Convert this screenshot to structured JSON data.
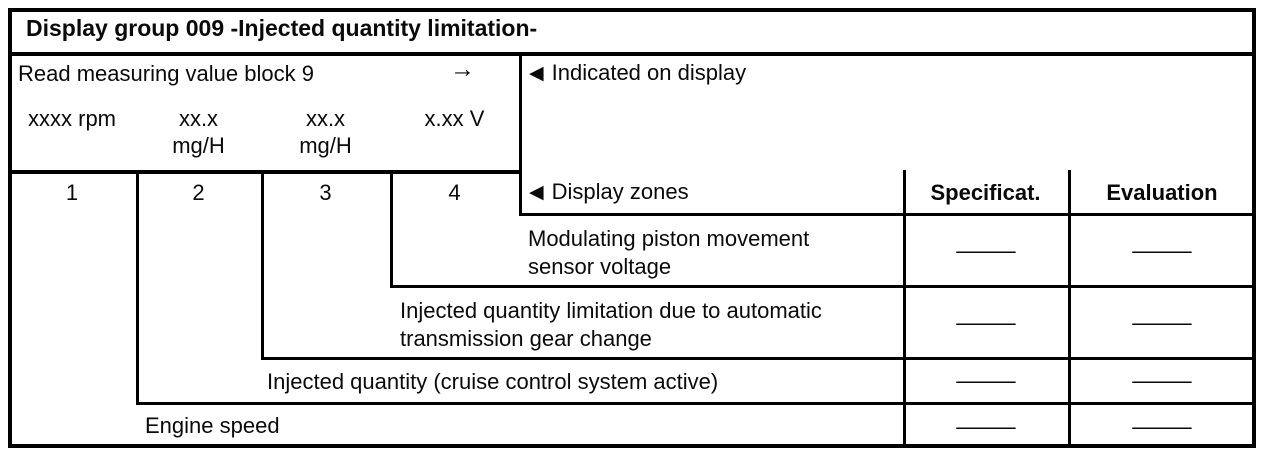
{
  "title": "Display group 009 -Injected quantity limitation-",
  "display_panel": {
    "instruction": "Read measuring value block 9",
    "indicated_label": "Indicated on display",
    "zone_values": [
      {
        "line1": "xxxx rpm",
        "line2": ""
      },
      {
        "line1": "xx.x",
        "line2": "mg/H"
      },
      {
        "line1": "xx.x",
        "line2": "mg/H"
      },
      {
        "line1": "x.xx V",
        "line2": ""
      }
    ]
  },
  "zones_header": {
    "numbers": [
      "1",
      "2",
      "3",
      "4"
    ],
    "display_zones_label": "Display zones",
    "specification_label": "Specificat.",
    "evaluation_label": "Evaluation"
  },
  "rows": [
    {
      "zone": "4",
      "label": "Modulating piston movement sensor voltage",
      "specification": "—",
      "evaluation": "—"
    },
    {
      "zone": "3",
      "label": "Injected quantity limitation due to automatic transmission gear change",
      "specification": "—",
      "evaluation": "—"
    },
    {
      "zone": "2",
      "label": "Injected quantity (cruise control system active)",
      "specification": "—",
      "evaluation": "—"
    },
    {
      "zone": "1",
      "label": "Engine speed",
      "specification": "—",
      "evaluation": "—"
    }
  ],
  "icons": {
    "left_pointer": "◀",
    "right_arrow": "→"
  },
  "colors": {
    "ink": "#000000",
    "paper": "#ffffff"
  }
}
